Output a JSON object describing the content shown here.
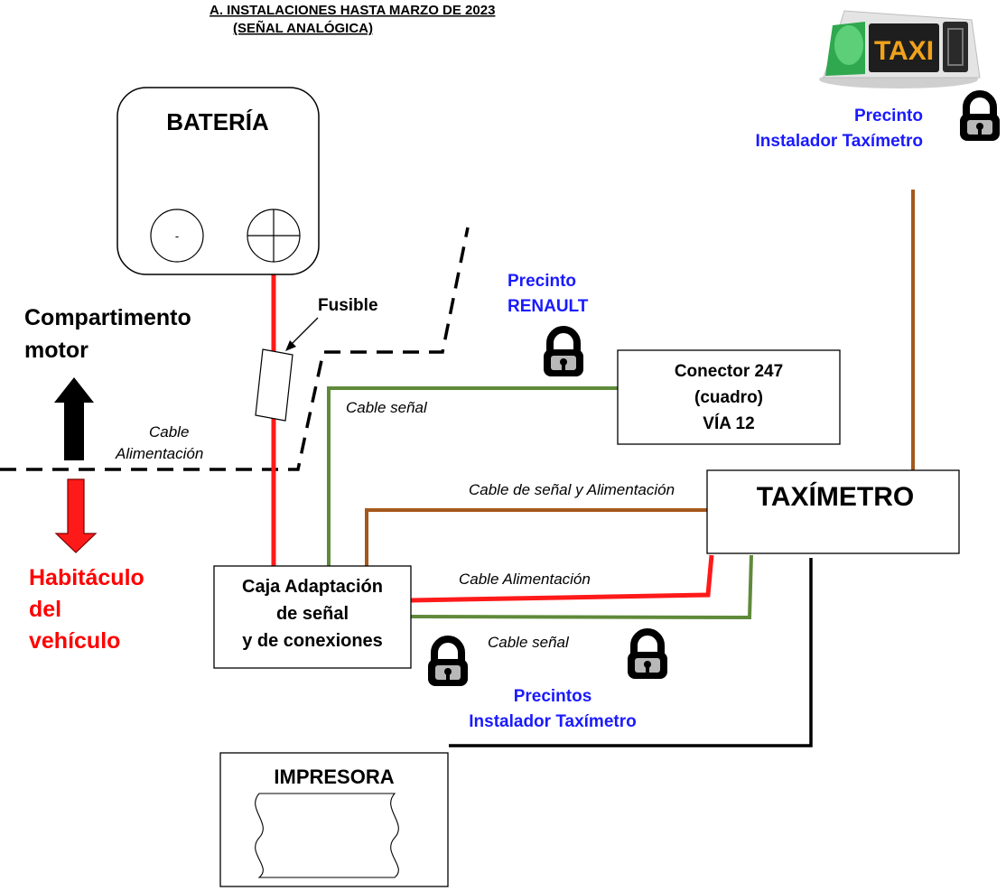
{
  "heading": {
    "line1": "A.  INSTALACIONES HASTA MARZO DE 2023",
    "line2": "(SEÑAL ANALÓGICA)"
  },
  "battery": {
    "label": "BATERÍA",
    "minus": "-"
  },
  "fuse": {
    "label": "Fusible"
  },
  "zones": {
    "engine_line1": "Compartimento",
    "engine_line2": "motor",
    "cabin_line1": "Habitáculo",
    "cabin_line2": "del",
    "cabin_line3": "vehículo"
  },
  "cables": {
    "power_top_line1": "Cable",
    "power_top_line2": "Alimentación",
    "signal_top": "Cable señal",
    "signal_power": "Cable de señal y Alimentación",
    "power_bottom": "Cable Alimentación",
    "signal_bottom": "Cable señal"
  },
  "seals": {
    "renault_line1": "Precinto",
    "renault_line2": "RENAULT",
    "taxi_line1": "Precinto",
    "taxi_line2": "Instalador Taxímetro",
    "bottom_line1": "Precintos",
    "bottom_line2": "Instalador Taxímetro"
  },
  "connector": {
    "line1": "Conector 247",
    "line2": "(cuadro)",
    "line3": "VÍA 12"
  },
  "taximeter": {
    "label": "TAXÍMETRO"
  },
  "adapter": {
    "line1": "Caja Adaptación",
    "line2": "de señal",
    "line3": "y de conexiones"
  },
  "printer": {
    "label": "IMPRESORA"
  },
  "taxi_sign": {
    "label": "TAXI"
  },
  "colors": {
    "power": "#ff1a1a",
    "signal": "#5f8a3a",
    "signal_power": "#a5581c",
    "printer_cable": "#000000",
    "seal_text": "#1a1aff",
    "cabin_text": "#ff0000"
  }
}
